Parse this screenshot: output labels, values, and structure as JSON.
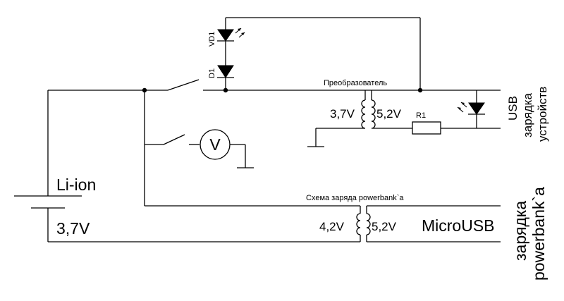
{
  "labels": {
    "vd1": "VD1",
    "d1": "D1",
    "r1": "R1",
    "converter": "Преобразователь",
    "conv_primary_voltage": "3,7V",
    "conv_secondary_voltage": "5,2V",
    "usb_output_line1": "USB",
    "usb_output_line2": "зарядка",
    "usb_output_line3": "устройств",
    "battery_type": "Li-ion",
    "battery_voltage": "3,7V",
    "charge_circuit": "Схема заряда powerbank`a",
    "charge_primary_voltage": "4,2V",
    "charge_secondary_voltage": "5,2V",
    "microusb": "MicroUSB",
    "powerbank_line1": "зарядка",
    "powerbank_line2": "powerbank`a",
    "voltmeter_symbol": "V"
  }
}
